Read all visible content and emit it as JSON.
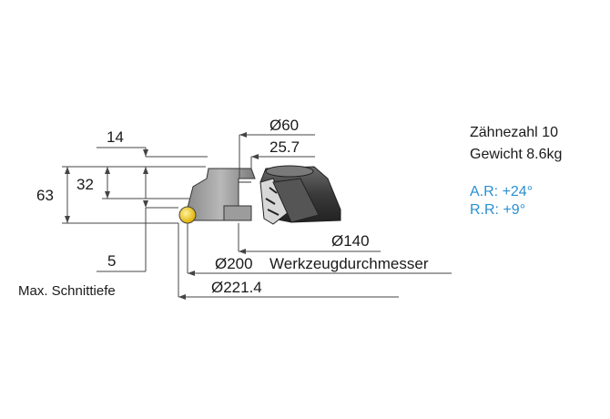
{
  "dimensions": {
    "d14": "14",
    "d32": "32",
    "d63": "63",
    "d5": "5",
    "dia60": "Ø60",
    "d25_7": "25.7",
    "dia140": "Ø140",
    "dia200": "Ø200",
    "werkzeug": "Werkzeugdurchmesser",
    "dia221": "Ø221.4",
    "max_depth": "Max. Schnittiefe"
  },
  "specs": {
    "teeth": "Zähnezahl 10",
    "weight": "Gewicht 8.6kg",
    "ar": "A.R: +24°",
    "rr": "R.R: +9°"
  },
  "colors": {
    "line": "#333333",
    "body_dark": "#3a3a3a",
    "body_light": "#9a9a9a",
    "insert": "#f2c800",
    "angle_text": "#2a8fd0"
  }
}
